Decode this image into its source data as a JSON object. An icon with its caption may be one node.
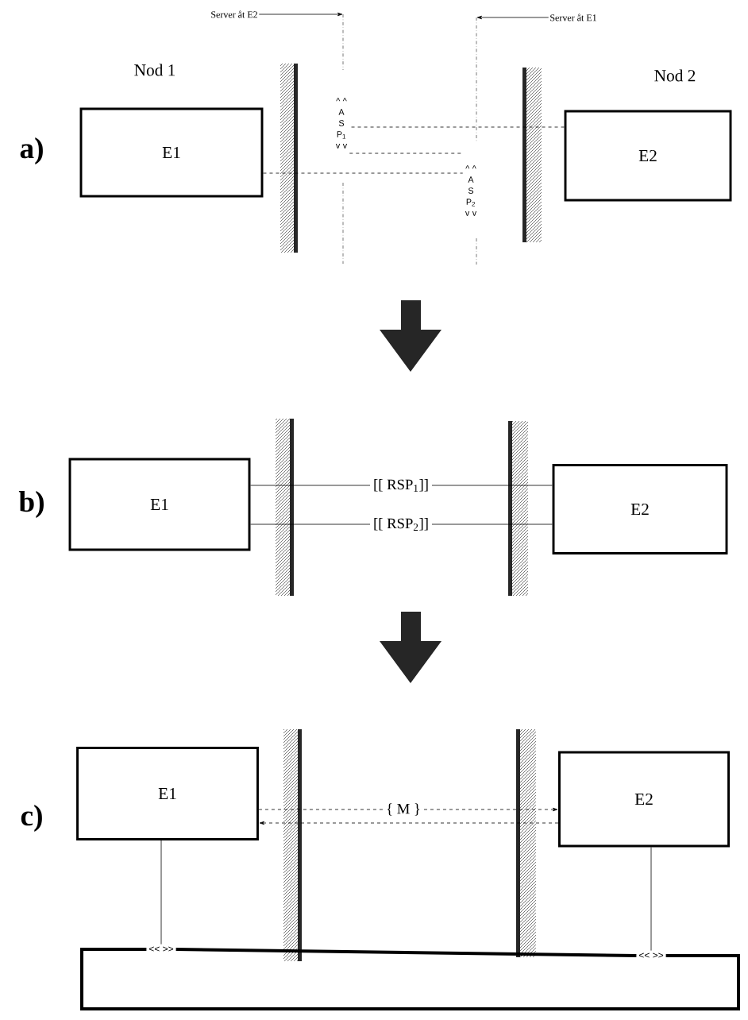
{
  "diagram": {
    "nodes": [
      {
        "text": [
          "Server åt E2"
        ]
      },
      {
        "text": [
          "Server åt E1"
        ]
      },
      {
        "text": [
          "E1"
        ]
      },
      {
        "text": [
          "^ ^ A S P$_{1}$ v v"
        ]
      },
      {
        "text": [
          "^ ^ A S P$_{2}$ v v"
        ]
      },
      {
        "text": [
          "E2"
        ]
      },
      {
        "text": [
          "E1"
        ]
      },
      {
        "text": [
          "E2"
        ]
      },
      {
        "text": [
          "E1"
        ]
      },
      {
        "text": [
          "E2"
        ]
      },
      {
        "text": [
          "<< >>"
        ]
      },
      {
        "text": [
          "<< >>"
        ]
      }
    ],
    "edges": [
      {
        "from": 0,
        "to": null,
        "arrow": "to"
      },
      {
        "from": 1,
        "to": null,
        "arrow": "to"
      },
      {
        "from": 5,
        "to": 3,
        "arrow": "none",
        "style": "dashed"
      },
      {
        "from": 3,
        "to": 4,
        "arrow": "none",
        "style": "dashed"
      },
      {
        "from": 2,
        "to": 4,
        "arrow": "none",
        "style": "dashed"
      },
      {
        "from": 6,
        "to": 7,
        "arrow": "none",
        "label": "[[ RSP$_{1}$]]"
      },
      {
        "from": 6,
        "to": 7,
        "arrow": "none",
        "label": "[[ RSP$_{2}$]]"
      },
      {
        "from": 8,
        "to": 9,
        "arrow": "to",
        "style": "dashed",
        "label": "{ M }"
      },
      {
        "from": 9,
        "to": 8,
        "arrow": "to",
        "style": "dashed"
      },
      {
        "from": 8,
        "to": 10,
        "arrow": "none"
      },
      {
        "from": 9,
        "to": 11,
        "arrow": "none"
      },
      {
        "from": 10,
        "to": 11,
        "arrow": "none",
        "style": "thick"
      },
      {
        "from": 10,
        "to": 11,
        "arrow": "none",
        "style": "thick"
      }
    ],
    "labels": [
      "Nod 1",
      "Nod 2",
      "a)",
      "b)",
      "c)"
    ]
  }
}
